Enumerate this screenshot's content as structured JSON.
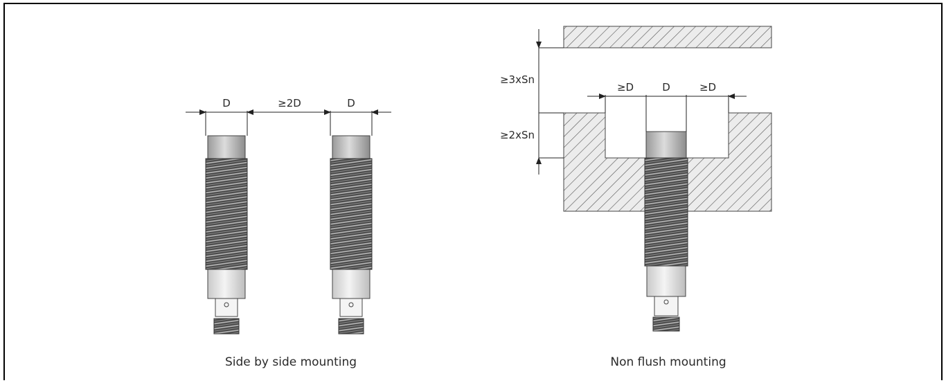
{
  "left_diagram": {
    "caption": "Side by side mounting",
    "dim_left": "D",
    "dim_gap": "≥2D",
    "dim_right": "D"
  },
  "right_diagram": {
    "caption": "Non flush mounting",
    "dim_left_clearance": "≥D",
    "dim_diameter": "D",
    "dim_right_clearance": "≥D",
    "dim_top_distance": "≥3xSn",
    "dim_recess_depth": "≥2xSn"
  },
  "colors": {
    "border": "#000000",
    "line": "#333333",
    "hatch": "#555555",
    "sensor_body": "#b9b9b9",
    "thread": "#555555"
  }
}
